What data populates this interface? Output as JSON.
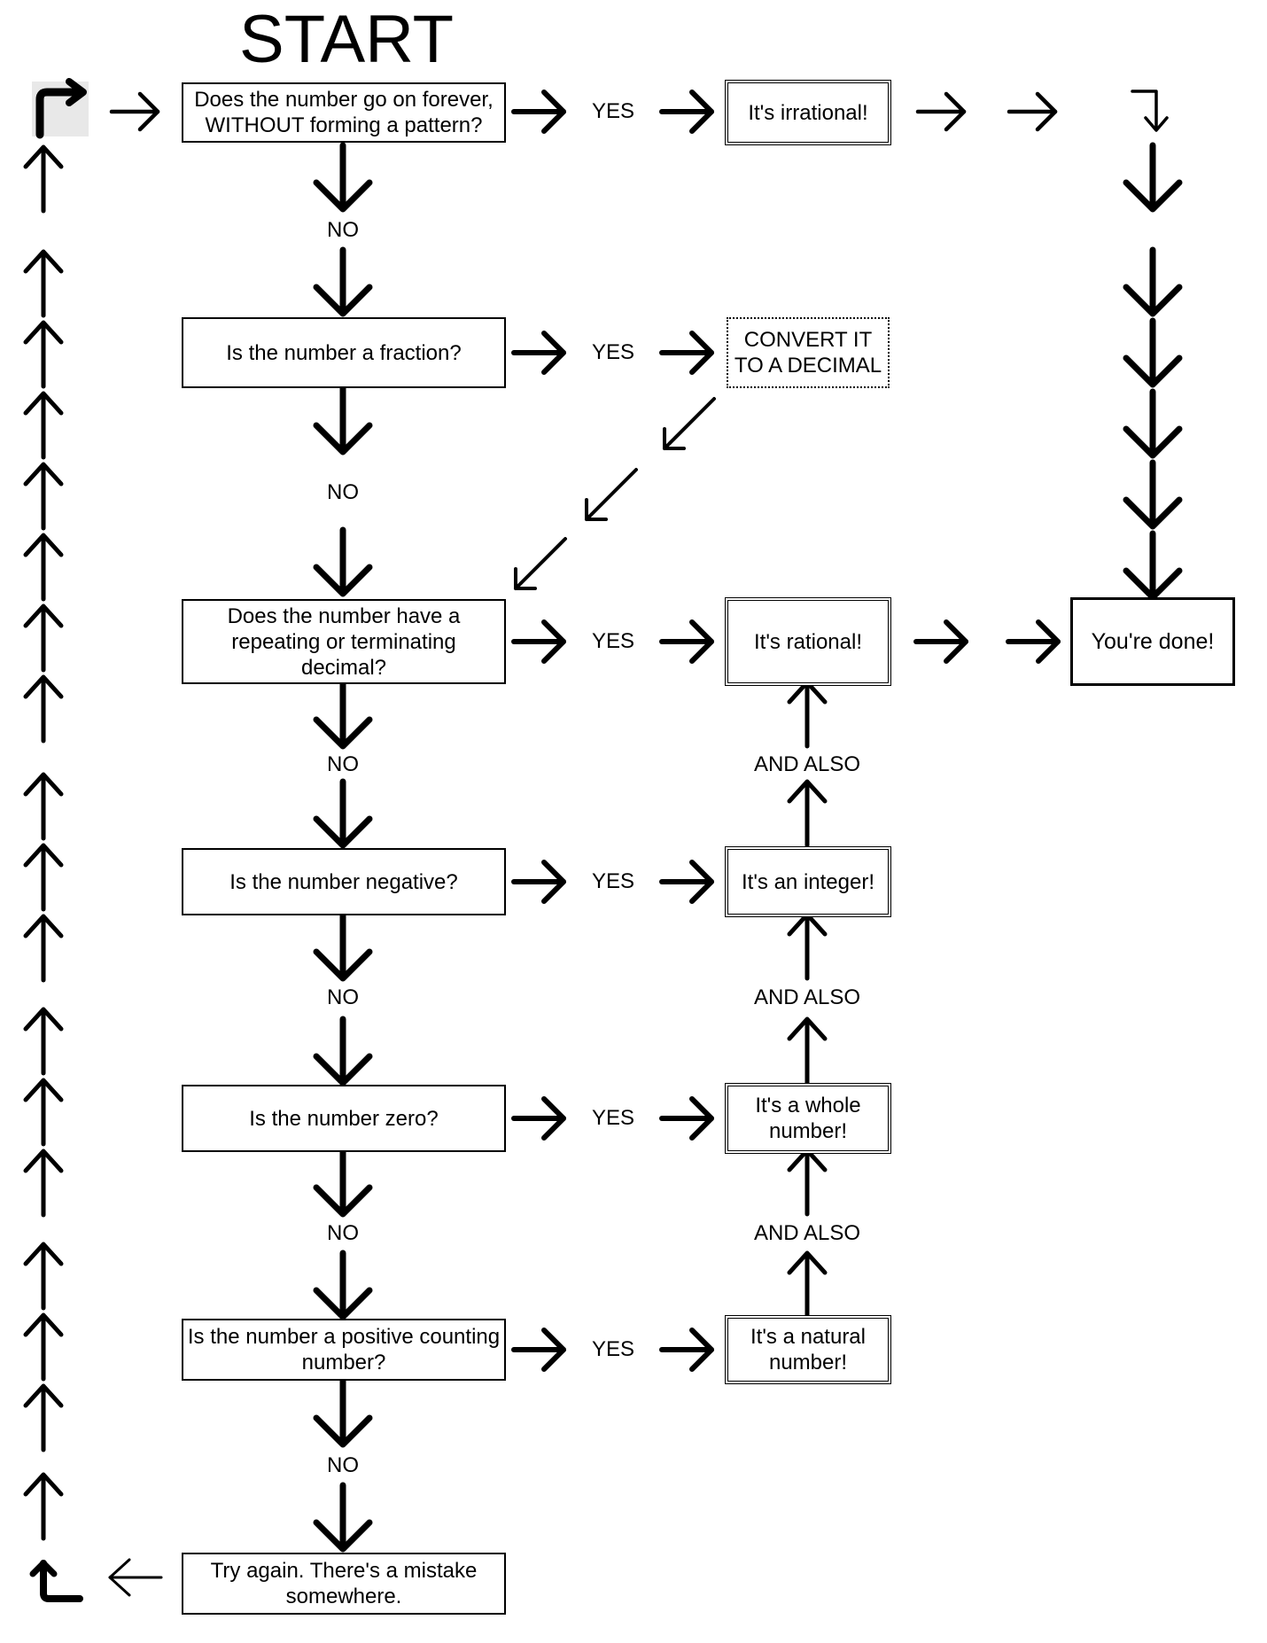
{
  "title": "START",
  "questions": {
    "q1": "Does the number go on forever, WITHOUT forming a pattern?",
    "q2": "Is the number a fraction?",
    "q3": "Does the number have a repeating or terminating decimal?",
    "q4": "Is the number negative?",
    "q5": "Is the number zero?",
    "q6": "Is the number a positive counting number?",
    "q7": "Try again.  There's a mistake somewhere."
  },
  "results": {
    "irrational": "It's irrational!",
    "convert": "CONVERT IT TO A DECIMAL",
    "rational": "It's rational!",
    "integer": "It's an integer!",
    "whole": "It's a whole number!",
    "natural": "It's a natural number!",
    "done": "You're done!"
  },
  "labels": {
    "yes": "YES",
    "no": "NO",
    "and_also": "AND ALSO"
  }
}
